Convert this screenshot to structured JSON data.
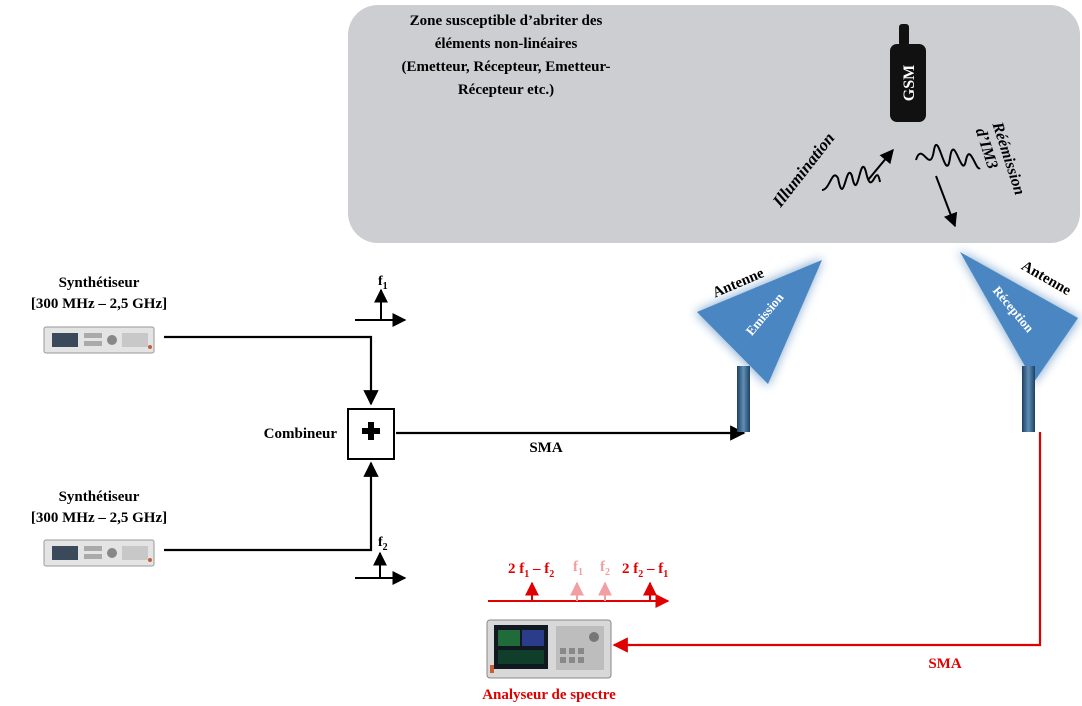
{
  "zone": {
    "lines": [
      "Zone susceptible d’abriter des",
      "éléments non-linéaires",
      "(Emetteur, Récepteur, Emetteur-",
      "Récepteur  etc.)"
    ]
  },
  "gsm": {
    "label": "GSM"
  },
  "illumination": {
    "label": "Illumination"
  },
  "reemission": {
    "line1": "Réémission",
    "line2": "d’IM3"
  },
  "synth1": {
    "line1": "Synthétiseur",
    "line2": "[300 MHz – 2,5 GHz]"
  },
  "synth2": {
    "line1": "Synthétiseur",
    "line2": "[300 MHz – 2,5 GHz]"
  },
  "combiner": {
    "label": "Combineur"
  },
  "freqs": {
    "f1": "f",
    "f1_sub": "1",
    "f2": "f",
    "f2_sub": "2"
  },
  "cable_tx": {
    "label": "SMA"
  },
  "cable_rx": {
    "label": "SMA"
  },
  "antenna_tx": {
    "word": "Antenne",
    "role": "Emission"
  },
  "antenna_rx": {
    "word": "Antenne",
    "role": "Réception"
  },
  "analyzer": {
    "label": "Analyseur de spectre"
  },
  "spectrum": {
    "im_low": {
      "a": "2 f",
      "a_sub": "1",
      "b": " – f",
      "b_sub": "2"
    },
    "f1": {
      "a": "f",
      "a_sub": "1"
    },
    "f2": {
      "a": "f",
      "a_sub": "2"
    },
    "im_high": {
      "a": "2 f",
      "a_sub": "2",
      "b": " – f",
      "b_sub": "1"
    }
  },
  "colors": {
    "zone": "#ccced2",
    "antenna": "#4a87c2",
    "red": "#e00000",
    "pale_red": "#f0a0a0"
  }
}
